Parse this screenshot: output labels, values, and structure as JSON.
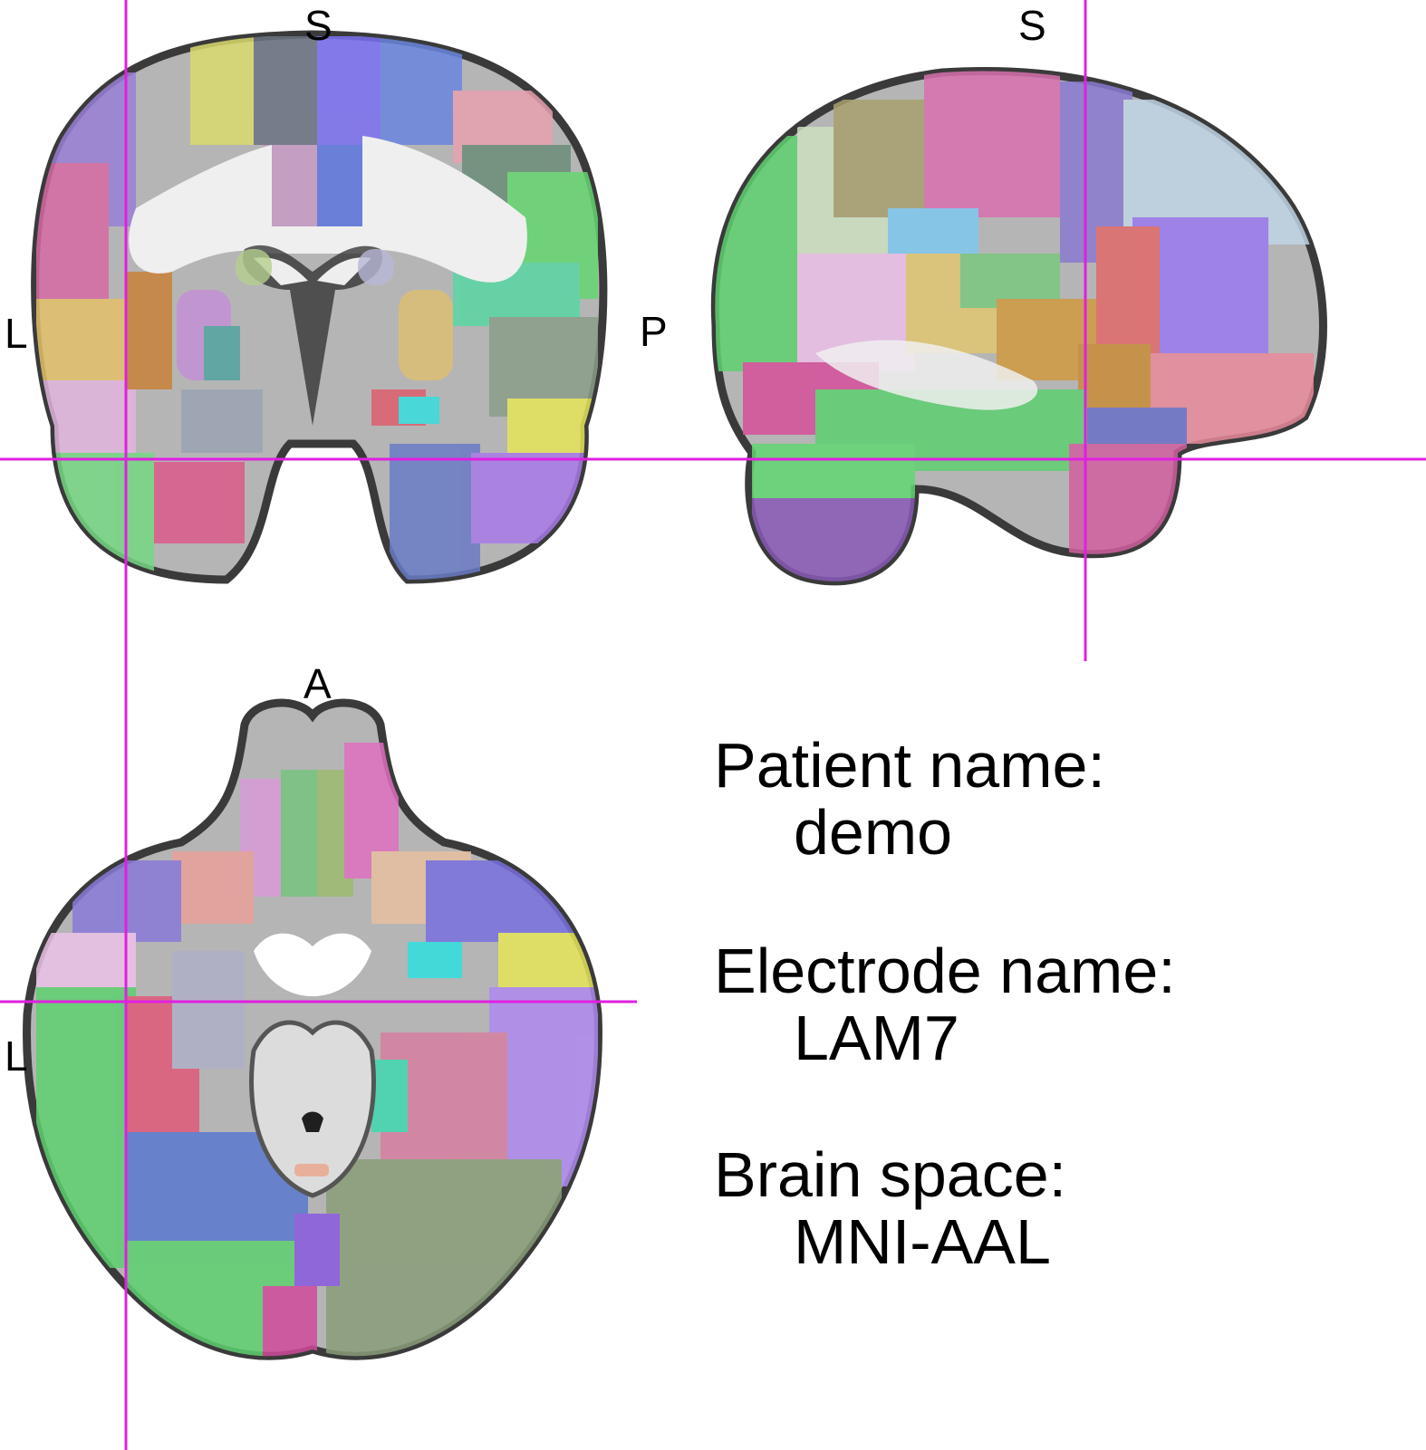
{
  "views": {
    "coronal": {
      "label_top": "S",
      "label_left": "L",
      "label_right": "P"
    },
    "sagittal": {
      "label_top": "S"
    },
    "axial": {
      "label_top": "A",
      "label_left": "L"
    }
  },
  "info": {
    "patient_label": "Patient name:",
    "patient_value": "demo",
    "electrode_label": "Electrode name:",
    "electrode_value": "LAM7",
    "space_label": "Brain space:",
    "space_value": "MNI-AAL"
  },
  "colors": {
    "crosshair": "#e020e0",
    "outline": "#3a3a3a",
    "brain_gray": "#b9b9b9",
    "white_matter": "#f1f1f1"
  }
}
